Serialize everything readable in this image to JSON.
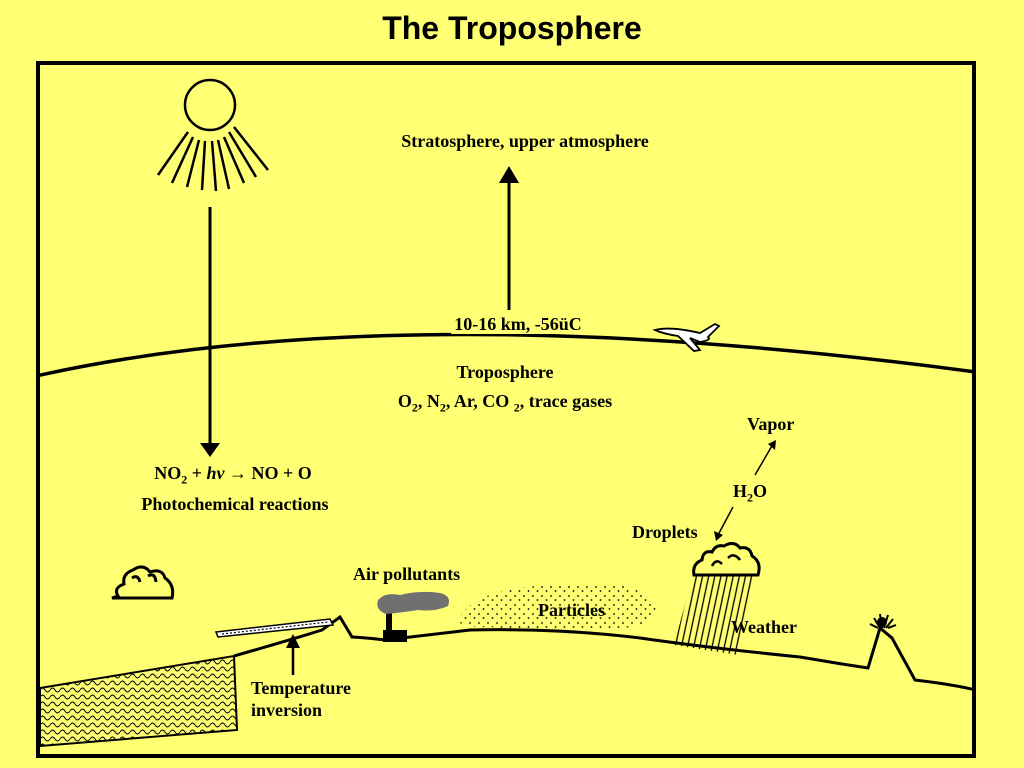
{
  "title": "The Troposphere",
  "labels": {
    "stratosphere": "Stratosphere, upper atmosphere",
    "tropopause": "10-16 km, -56üC",
    "troposphere": "Troposphere",
    "gases": {
      "o": "O",
      "o_sub": "2",
      "n": ", N",
      "n_sub": "2",
      "rest": ", Ar, CO",
      "co_sub": "2",
      "tail": ", trace gases"
    },
    "reaction": {
      "no": "NO",
      "no_sub": "2",
      "plus_h": " + ",
      "hv": "hν",
      "arrow": " → ",
      "products": "NO + O"
    },
    "photochemical": "Photochemical reactions",
    "vapor": "Vapor",
    "h2o": {
      "h": "H",
      "h_sub": "2",
      "o": "O"
    },
    "droplets": "Droplets",
    "air_pollutants": "Air pollutants",
    "particles": "Particles",
    "weather": "Weather",
    "temperature": "Temperature",
    "inversion": "inversion"
  },
  "icons": [
    "sun-icon",
    "airplane-icon",
    "cloud-icon",
    "rain-cloud-icon",
    "factory-icon",
    "smoke-icon",
    "volcano-icon",
    "mountain-icon",
    "water-icon"
  ],
  "colors": {
    "background": "#ffff73",
    "ink": "#000000",
    "smoke": "#707070"
  }
}
